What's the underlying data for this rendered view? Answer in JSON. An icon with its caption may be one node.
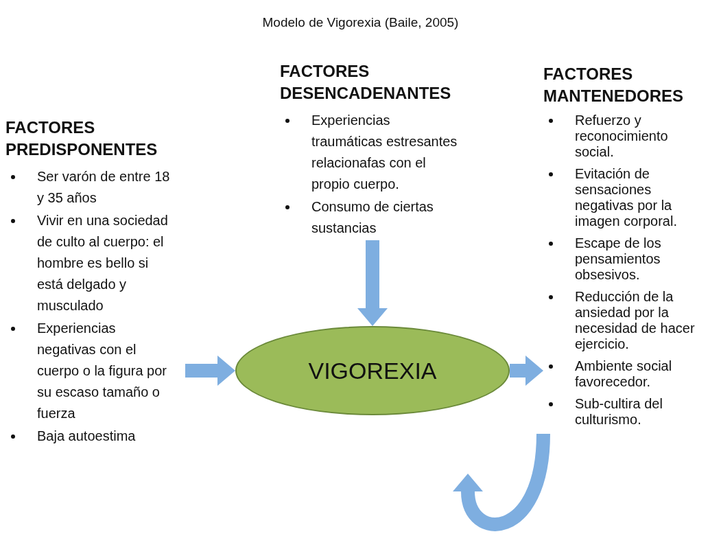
{
  "diagram": {
    "title": "Modelo de Vigorexia (Baile, 2005)",
    "nodes": [
      {
        "text": [
          "FACTORES PREDISPONENTES",
          "Ser varón de entre 18 y 35 años",
          "Vivir en una sociedad de culto al cuerpo: el hombre es bello si está delgado y musculado",
          "Experiencias negativas con el cuerpo o la figura por su escaso tamaño o fuerza",
          "Baja autoestima"
        ]
      },
      {
        "text": [
          "FACTORES DESENCADENANTES",
          "Experiencias traumáticas estresantes relacionafas con el propio cuerpo.",
          "Consumo de ciertas sustancias"
        ]
      },
      {
        "text": [
          "VIGOREXIA"
        ]
      },
      {
        "text": [
          "FACTORES MANTENEDORES",
          "Refuerzo y reconocimiento social.",
          "Evitación de sensaciones negativas por la imagen corporal.",
          "Escape de los pensamientos obsesivos.",
          "Reducción de la ansiedad por la necesidad de hacer ejercicio.",
          "Ambiente social favorecedor.",
          "Sub-cultira del culturismo."
        ]
      }
    ],
    "edges": [
      {
        "from": 0,
        "to": 2,
        "arrow": "to"
      },
      {
        "from": 1,
        "to": 2,
        "arrow": "to"
      },
      {
        "from": 2,
        "to": 3,
        "arrow": "to"
      },
      {
        "from": 3,
        "to": null,
        "arrow": "to"
      }
    ]
  }
}
